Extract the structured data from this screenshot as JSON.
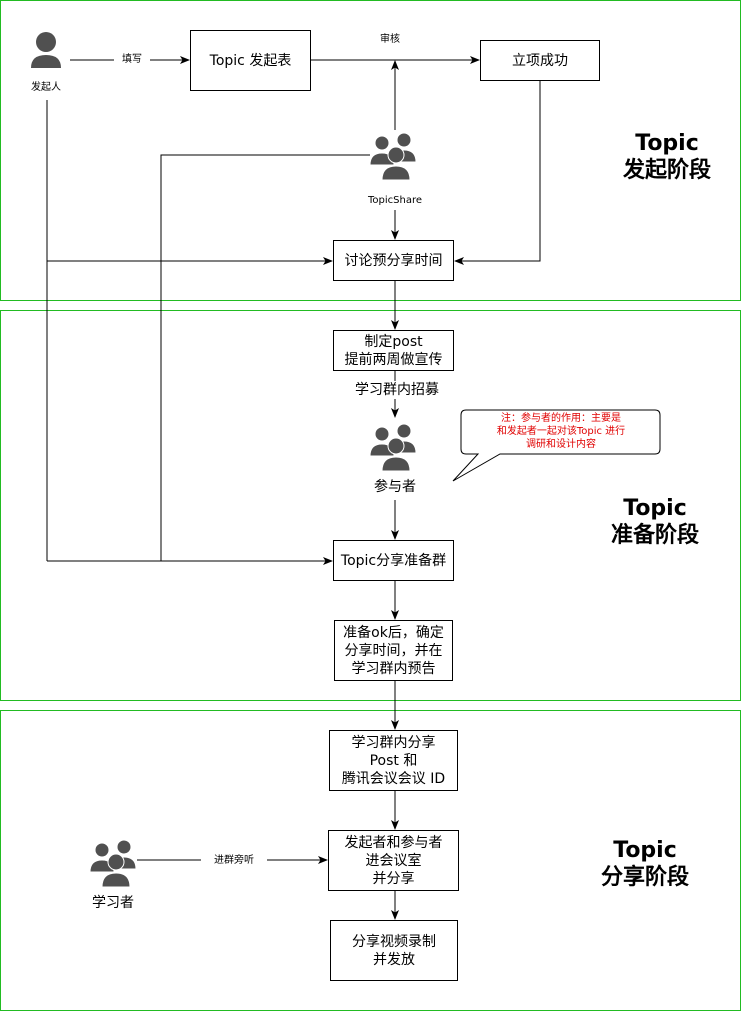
{
  "stages": [
    {
      "title": "Topic\n发起阶段"
    },
    {
      "title": "Topic\n准备阶段"
    },
    {
      "title": "Topic\n分享阶段"
    }
  ],
  "actors": {
    "initiator": "发起人",
    "topicshare": "TopicShare",
    "participants": "参与者",
    "learners": "学习者"
  },
  "boxes": {
    "topic_form": "Topic 发起表",
    "approved": "立项成功",
    "discuss_time": "讨论预分享时间",
    "make_post": "制定post\n提前两周做宣传",
    "prep_group": "Topic分享准备群",
    "announce": "准备ok后，确定\n分享时间，并在\n学习群内预告",
    "share_post": "学习群内分享\nPost 和\n腾讯会议会议 ID",
    "enter_meeting": "发起者和参与者\n进会议室\n并分享",
    "record": "分享视频录制\n并发放"
  },
  "edge_labels": {
    "fill": "填写",
    "review": "审核",
    "recruit": "学习群内招募",
    "join_listen": "进群旁听"
  },
  "note": "注：参与者的作用：主要是\n和发起者一起对该Topic 进行\n调研和设计内容",
  "colors": {
    "stage_border": "#22bb22",
    "note_text": "#e00000",
    "actor_fill": "#505050"
  }
}
